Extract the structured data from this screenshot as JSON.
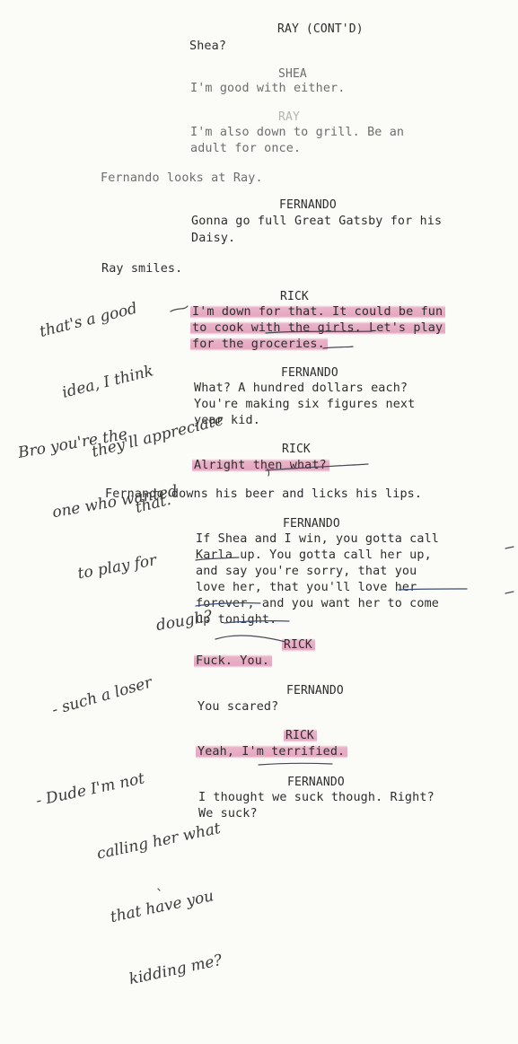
{
  "script": {
    "lines": [
      {
        "text": "RAY (CONT'D)",
        "role": "character"
      },
      {
        "text": "Shea?",
        "role": "dialogue"
      },
      {
        "text": "SHEA",
        "role": "character"
      },
      {
        "text": "I'm good with either.",
        "role": "dialogue"
      },
      {
        "text": "RAY",
        "role": "character"
      },
      {
        "text": "I'm also down to grill. Be an",
        "role": "dialogue"
      },
      {
        "text": "adult for once.",
        "role": "dialogue"
      },
      {
        "text": "Fernando looks at Ray.",
        "role": "action"
      },
      {
        "text": "FERNANDO",
        "role": "character"
      },
      {
        "text": "Gonna go full Great Gatsby for his",
        "role": "dialogue"
      },
      {
        "text": "Daisy.",
        "role": "dialogue"
      },
      {
        "text": "Ray smiles.",
        "role": "action"
      },
      {
        "text": "RICK",
        "role": "character"
      },
      {
        "text": "I'm down for that. It could be fun",
        "role": "dialogue"
      },
      {
        "text": "to cook with the girls. Let's play",
        "role": "dialogue"
      },
      {
        "text": "for the groceries.",
        "role": "dialogue"
      },
      {
        "text": "FERNANDO",
        "role": "character"
      },
      {
        "text": "What? A hundred dollars each?",
        "role": "dialogue"
      },
      {
        "text": "You're making six figures next",
        "role": "dialogue"
      },
      {
        "text": "year kid.",
        "role": "dialogue"
      },
      {
        "text": "RICK",
        "role": "character"
      },
      {
        "text": "Alright then what?",
        "role": "dialogue"
      },
      {
        "text": "Fernando downs his beer and licks his lips.",
        "role": "action"
      },
      {
        "text": "FERNANDO",
        "role": "character"
      },
      {
        "text": "If Shea and I win, you gotta call",
        "role": "dialogue"
      },
      {
        "text": "Karla up. You gotta call her up,",
        "role": "dialogue"
      },
      {
        "text": "and say you're sorry, that you",
        "role": "dialogue"
      },
      {
        "text": "love her, that you'll love her",
        "role": "dialogue"
      },
      {
        "text": "forever, and you want her to come",
        "role": "dialogue"
      },
      {
        "text": "up tonight.",
        "role": "dialogue"
      },
      {
        "text": "RICK",
        "role": "character"
      },
      {
        "text": "Fuck. You.",
        "role": "dialogue"
      },
      {
        "text": "FERNANDO",
        "role": "character"
      },
      {
        "text": "You scared?",
        "role": "dialogue"
      },
      {
        "text": "RICK",
        "role": "character"
      },
      {
        "text": "Yeah, I'm terrified.",
        "role": "dialogue"
      },
      {
        "text": "FERNANDO",
        "role": "character"
      },
      {
        "text": "I thought we suck though. Right?",
        "role": "dialogue"
      },
      {
        "text": "We suck?",
        "role": "dialogue"
      }
    ]
  },
  "annotations": {
    "note1": [
      "that's a good",
      "idea, I think",
      "they'll appreciate",
      "that."
    ],
    "note2": [
      "Bro you're the",
      "one who wanted",
      "to play for",
      "dough?"
    ],
    "note3": [
      "- such a loser"
    ],
    "note4": [
      "- Dude I'm not",
      "calling her what",
      "that have you",
      "kidding me?"
    ]
  }
}
